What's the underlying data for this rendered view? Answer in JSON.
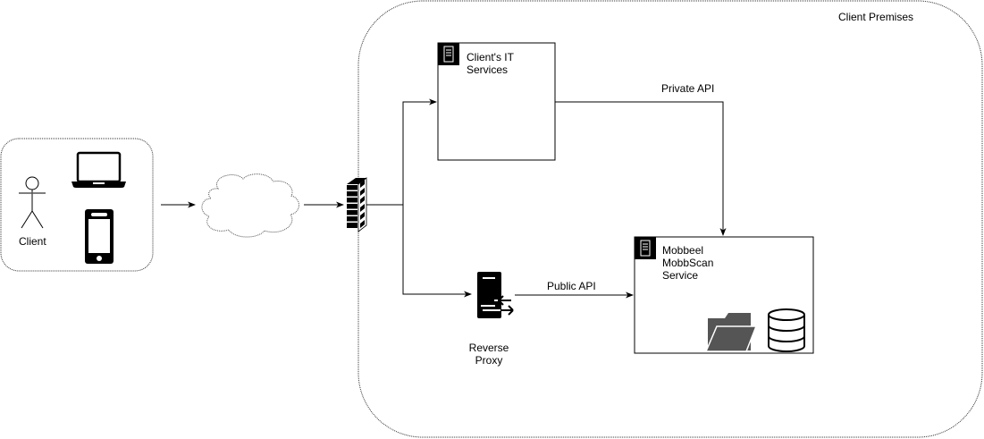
{
  "diagram": {
    "premises_label": "Client Premises",
    "client_label": "Client",
    "it_services_label": [
      "Client's IT",
      "Services"
    ],
    "mobbscan_label": [
      "Mobbeel",
      "MobbScan",
      "Service"
    ],
    "reverse_proxy_label": [
      "Reverse",
      "Proxy"
    ],
    "private_api_label": "Private API",
    "public_api_label": "Public API"
  }
}
